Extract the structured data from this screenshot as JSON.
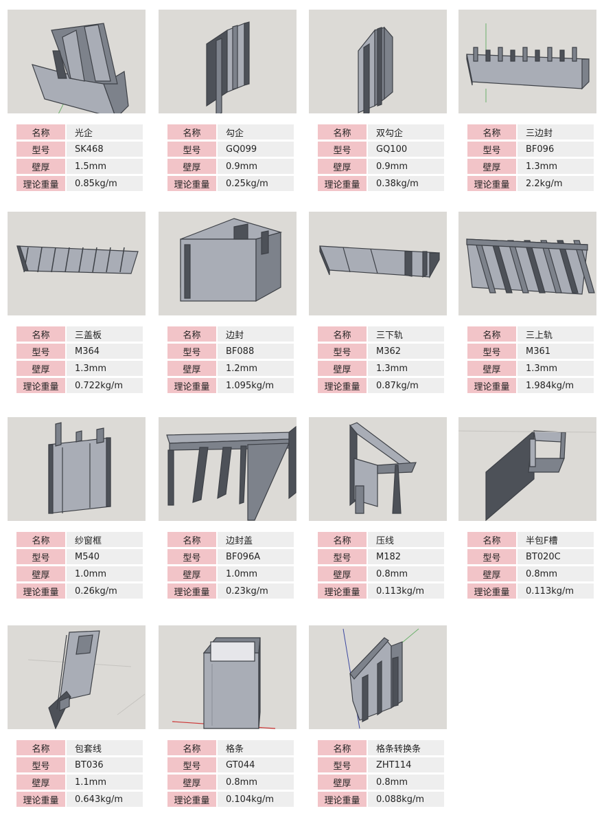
{
  "labels": {
    "name": "名称",
    "model": "型号",
    "thickness": "壁厚",
    "weight": "理论重量"
  },
  "colors": {
    "image_bg": "#dcdad6",
    "label_bg": "#f2c4c8",
    "value_bg": "#eeeeee",
    "profile_light": "#a9adb6",
    "profile_dark": "#4d5158"
  },
  "products": [
    {
      "name": "光企",
      "model": "SK468",
      "thickness": "1.5mm",
      "weight": "0.85kg/m",
      "shape": "guangqi"
    },
    {
      "name": "勾企",
      "model": "GQ099",
      "thickness": "0.9mm",
      "weight": "0.25kg/m",
      "shape": "gouqi"
    },
    {
      "name": "双勾企",
      "model": "GQ100",
      "thickness": "0.9mm",
      "weight": "0.38kg/m",
      "shape": "shuanggouqi"
    },
    {
      "name": "三边封",
      "model": "BF096",
      "thickness": "1.3mm",
      "weight": "2.2kg/m",
      "shape": "sanbianfeng"
    },
    {
      "name": "三盖板",
      "model": "M364",
      "thickness": "1.3mm",
      "weight": "0.722kg/m",
      "shape": "sangaiban"
    },
    {
      "name": "边封",
      "model": "BF088",
      "thickness": "1.2mm",
      "weight": "1.095kg/m",
      "shape": "bianfeng"
    },
    {
      "name": "三下轨",
      "model": "M362",
      "thickness": "1.3mm",
      "weight": "0.87kg/m",
      "shape": "sanxiagui"
    },
    {
      "name": "三上轨",
      "model": "M361",
      "thickness": "1.3mm",
      "weight": "1.984kg/m",
      "shape": "sanshanggui"
    },
    {
      "name": "纱窗框",
      "model": "M540",
      "thickness": "1.0mm",
      "weight": "0.26kg/m",
      "shape": "shachuang"
    },
    {
      "name": "边封盖",
      "model": "BF096A",
      "thickness": "1.0mm",
      "weight": "0.23kg/m",
      "shape": "bianfenggai"
    },
    {
      "name": "压线",
      "model": "M182",
      "thickness": "0.8mm",
      "weight": "0.113kg/m",
      "shape": "yaxian"
    },
    {
      "name": "半包F槽",
      "model": "BT020C",
      "thickness": "0.8mm",
      "weight": "0.113kg/m",
      "shape": "banbao"
    },
    {
      "name": "包套线",
      "model": "BT036",
      "thickness": "1.1mm",
      "weight": "0.643kg/m",
      "shape": "baotao"
    },
    {
      "name": "格条",
      "model": "GT044",
      "thickness": "0.8mm",
      "weight": "0.104kg/m",
      "shape": "getiao"
    },
    {
      "name": "格条转换条",
      "model": "ZHT114",
      "thickness": "0.8mm",
      "weight": "0.088kg/m",
      "shape": "zhuanhuan"
    }
  ]
}
